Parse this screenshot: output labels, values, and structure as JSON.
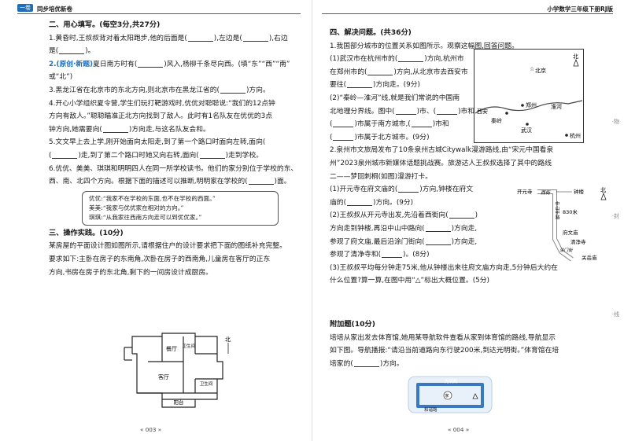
{
  "left": {
    "badge": "一卷",
    "series": "同步培优新卷",
    "page_number": "003",
    "section2": {
      "title": "二、用心填写。(每空3分,共27分)",
      "q1a": "1.黄昏时,王叔叔背对着太阳跑步,他的后面是(",
      "q1b": "),左边是(",
      "q1c": "),右边",
      "q1d": "是(",
      "q1e": ")。",
      "q2_tag": "2.(原创·新题)",
      "q2a": "夏日南方时有(",
      "q2b": ")风入,杨柳千条尽向西。(填“东”“西”“南”",
      "q2c": "或“北”)",
      "q3a": "3.黑龙江省在北京市的东北方向,则北京市在黑龙江省的(",
      "q3b": ")方向。",
      "q4a": "4.开心小学组织夏令营,学生们玩打靶游戏时,优优对聪聪说:“我们的12点钟",
      "q4b": "方向有敌人。”聪聪瞄准正北方向找到了敌人。此时有1名队友在优优的3点",
      "q4c": "钟方向,她需要向(",
      "q4d": ")方向走,与这名队友会和。",
      "q5a": "5.文文早上去上学,刚开始面向太阳走,到了第一个路口时面向左转,面向(",
      "q5b": "(",
      "q5c": ")走,到了第二个路口时她又向右转,面向(",
      "q5d": ")走到学校。",
      "q6a": "6.优优、美美、琪琪和明明四人在同一所学校读书。他们的家分别位于学校的东、",
      "q6b": "西、南、北四个方向。根据下面的描述可以推断,明明家在学校的(",
      "q6c": ")面。",
      "dialog": [
        "优优:“我家不在学校的东面,也不在学校的西面。”",
        "美美:“我家与优优家在相对的方向。”",
        "琪琪:“从我家往西南方向走可以到优优家。”"
      ]
    },
    "section3": {
      "title": "三、操作实践。(10分)",
      "p1": "某房屋的平面设计图如图所示,请根据住户的设计要求把下面的图纸补充完整。",
      "p2": "要求如下:主卧在房子的东南角,次卧在房子的西南角,儿童房在客厅的正东",
      "p3": "方向,书房在房子的东北角,剩下的一间房设计成厨房。"
    },
    "floorplan": {
      "living": "餐厅",
      "toilet1": "卫生间",
      "hall": "客厅",
      "toilet2": "卫生间",
      "balcony": "阳台",
      "north": "北"
    }
  },
  "right": {
    "subject": "小学数学三年级下册RJ版",
    "page_number": "004",
    "side_labels": [
      "·物",
      "·封",
      "·线"
    ],
    "section4": {
      "title": "四、解决问题。(共36分)",
      "q1": "1.我国部分城市的位置关系如图所示。观察这幅图,回答问题。",
      "q1_1a": "(1)武汉市在杭州市的(",
      "q1_1b": ")方向,杭州市",
      "q1_1c": "在郑州市的(",
      "q1_1d": ")方向,从北京市去西安市",
      "q1_1e": "要往(",
      "q1_1f": ")方向走。(9分)",
      "q1_2a": "(2)“秦岭—淮河”线,就是我们常说的中国南",
      "q1_2b": "北地理分界线。图中(",
      "q1_2c": ")市、(",
      "q1_2d": ")市和",
      "q1_2e": "(",
      "q1_2f": ")市属于南方城市,(",
      "q1_2g": ")市和",
      "q1_2h": "(",
      "q1_2i": ")市属于北方城市。(9分)",
      "q2a": "2.泉州市文旅局发布了10条泉州古城Citywalk漫游路线,由“宋元中国看泉",
      "q2b": "州”2023泉州城市新媒体话题挑战赛。旅游达人王叔叔选择了其中的路线",
      "q2c": "二——梦回刺桐(如图)漫游打卡。",
      "q2_1a": "(1)开元寺在府文庙的(",
      "q2_1b": ")方向,钟楼在府文",
      "q2_1c": "庙的(",
      "q2_1d": ")方向。(9分)",
      "q2_2a": "(2)王叔叔从开元寺出发,先沿着西街向(",
      "q2_2b": ")",
      "q2_2c": "方向走到钟楼,再沿中山中路向(",
      "q2_2d": ")方向走,",
      "q2_2e": "参观了府文庙,最后沿涂门街向(",
      "q2_2f": ")方向走,",
      "q2_2g": "参观了清净寺和(",
      "q2_2h": ")。(8分)",
      "q2_3a": "(3)王叔叔平均每分钟走75米,他从钟楼出来往府文庙方向走,5分钟后大约在",
      "q2_3b": "什么位置?算一算,在图中用“△”标出大概位置。(5分)"
    },
    "map1": {
      "beijing": "北京",
      "zhengzhou": "郑州",
      "xian": "西安",
      "huaihe": "淮河",
      "qinling": "秦岭",
      "wuhan": "武汉",
      "hangzhou": "杭州",
      "north": "北"
    },
    "map2": {
      "kaiyuan": "开元寺",
      "xijie": "西街",
      "zhonglou": "钟楼",
      "zhongshan": "中山中路",
      "dist": "830米",
      "fuwenmiao": "府文庙",
      "qingjing": "清净寺",
      "tumen": "涂门街",
      "guanyue": "关岳庙",
      "north": "北"
    },
    "extra": {
      "title": "附加题(10分)",
      "p1": "培培从家出发去体育馆,她用某导航软件查看从家到体育馆的路线,导航显示",
      "p2": "如下图。导航播报:“请沿当前道路向东行驶200米,到达光明街。”体育馆在培",
      "p3a": "培家的(",
      "p3b": ")方向。"
    },
    "map3": {
      "guangming": "光明街",
      "hexie": "和谐路",
      "home": "家"
    }
  }
}
